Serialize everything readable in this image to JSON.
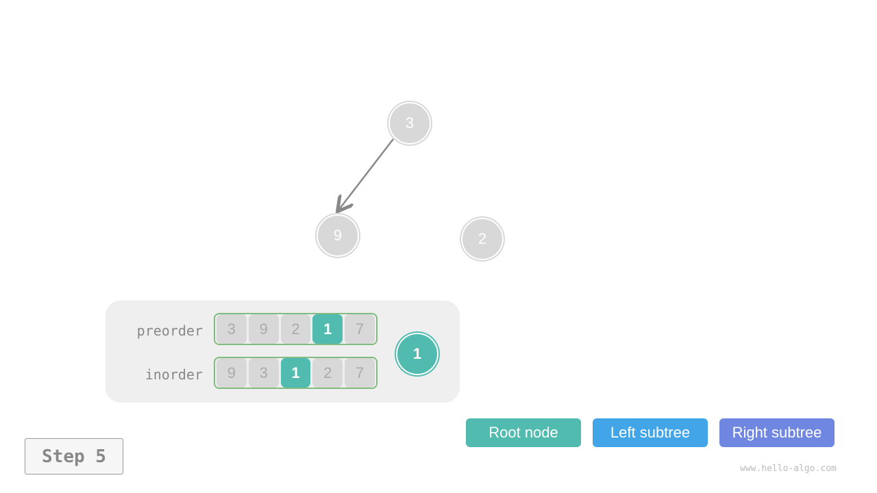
{
  "tree": {
    "nodes": [
      {
        "value": "3"
      },
      {
        "value": "9"
      },
      {
        "value": "2"
      }
    ],
    "edges": [
      {
        "from": "3",
        "to": "9"
      }
    ]
  },
  "panel": {
    "preorder_label": "preorder",
    "inorder_label": "inorder",
    "preorder": [
      "3",
      "9",
      "2",
      "1",
      "7"
    ],
    "inorder": [
      "9",
      "3",
      "1",
      "2",
      "7"
    ],
    "preorder_highlight_index": 3,
    "inorder_highlight_index": 2,
    "current_node": "1"
  },
  "legend": {
    "root": "Root node",
    "left": "Left subtree",
    "right": "Right subtree",
    "colors": {
      "root": "#52bbb0",
      "left": "#42a5e8",
      "right": "#6f87e0"
    }
  },
  "step_label": "Step 5",
  "watermark": "www.hello-algo.com"
}
